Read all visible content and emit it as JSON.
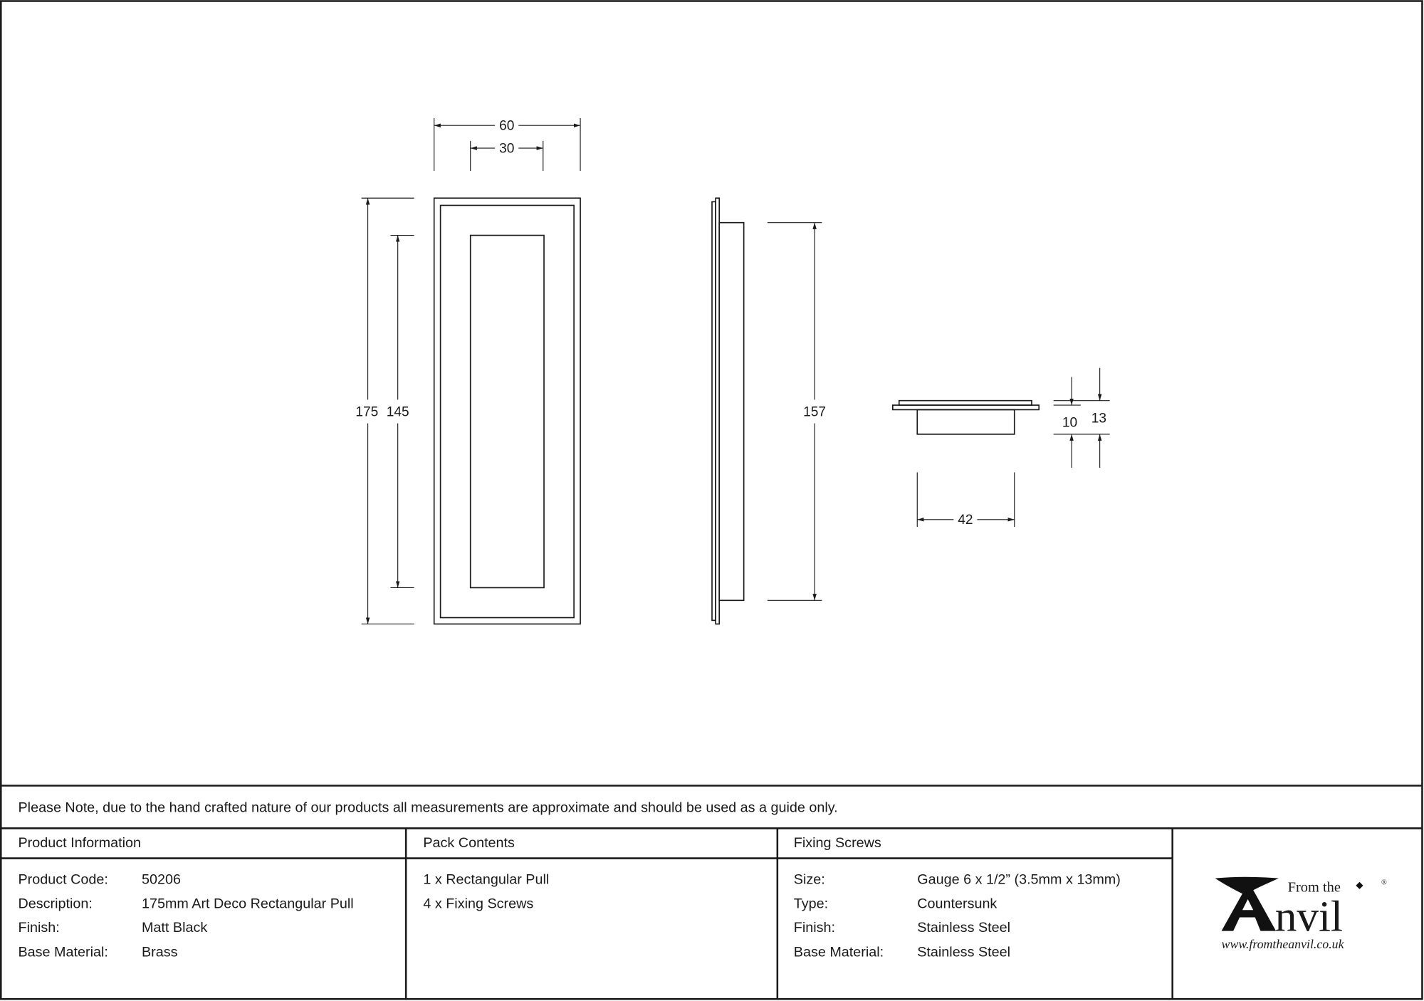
{
  "drawing": {
    "front_view": {
      "width": "60",
      "recess_width": "30",
      "height": "175",
      "recess_height": "145"
    },
    "side_view": {
      "body_height": "157"
    },
    "end_view": {
      "body_width": "42",
      "body_depth": "10",
      "total_depth": "13"
    }
  },
  "note": "Please Note, due to the hand crafted nature of our products all measurements are approximate and should be used as a guide only.",
  "product_information": {
    "header": "Product Information",
    "rows": [
      {
        "label": "Product Code:",
        "value": "50206"
      },
      {
        "label": "Description:",
        "value": "175mm Art Deco Rectangular Pull"
      },
      {
        "label": "Finish:",
        "value": "Matt Black"
      },
      {
        "label": "Base Material:",
        "value": "Brass"
      }
    ]
  },
  "pack_contents": {
    "header": "Pack Contents",
    "items": [
      "1 x Rectangular Pull",
      "4 x Fixing Screws"
    ]
  },
  "fixing_screws": {
    "header": "Fixing Screws",
    "rows": [
      {
        "label": "Size:",
        "value": "Gauge 6 x 1/2” (3.5mm x 13mm)"
      },
      {
        "label": "Type:",
        "value": "Countersunk"
      },
      {
        "label": "Finish:",
        "value": "Stainless Steel"
      },
      {
        "label": "Base Material:",
        "value": "Stainless Steel"
      }
    ]
  },
  "logo": {
    "line1": "From the",
    "line2": "Anvil",
    "url": "www.fromtheanvil.co.uk"
  }
}
